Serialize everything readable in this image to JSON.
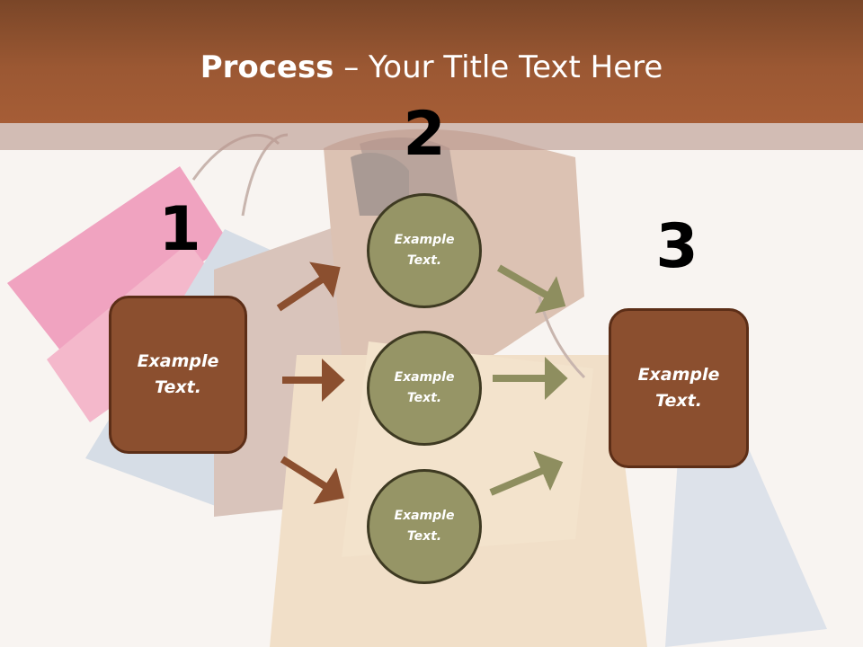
{
  "title": {
    "bold": "Process",
    "rest": " – Your Title Text Here"
  },
  "steps": [
    {
      "number": "1",
      "text": "Example\nText."
    },
    {
      "number": "2",
      "text": "Example\nText."
    },
    {
      "number": "3",
      "text": "Example\nText."
    }
  ],
  "circles": [
    {
      "text": "Example\nText."
    },
    {
      "text": "Example\nText."
    },
    {
      "text": "Example\nText."
    }
  ],
  "colors": {
    "header": "#9b5833",
    "box_fill": "#8b4f2f",
    "box_border": "#5c2e17",
    "circle_fill": "#969566",
    "circle_border": "#3e3a22",
    "arrow_left": "#8b4f2f",
    "arrow_right": "#8e8e5f"
  }
}
